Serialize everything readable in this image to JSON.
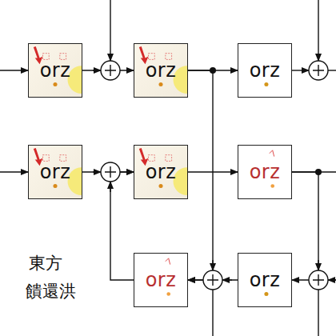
{
  "diagram": {
    "nodes": [
      {
        "text": [
          "orz"
        ]
      },
      {
        "text": [
          "orz"
        ]
      },
      {
        "text": [
          "orz"
        ]
      },
      {
        "text": [
          "orz"
        ]
      },
      {
        "text": [
          "orz"
        ]
      },
      {
        "text": [
          "orz"
        ]
      },
      {
        "text": [
          "orz"
        ]
      },
      {
        "text": [
          "orz"
        ]
      }
    ],
    "edges": [
      {
        "from": 0,
        "to": 1,
        "arrow": "to"
      },
      {
        "from": 1,
        "to": 2,
        "arrow": "to"
      },
      {
        "from": 3,
        "to": 4,
        "arrow": "to"
      },
      {
        "from": 4,
        "to": 5,
        "arrow": "to"
      },
      {
        "from": 6,
        "to": 4,
        "arrow": "to"
      },
      {
        "from": 7,
        "to": 6,
        "arrow": "to"
      },
      {
        "from": 1,
        "to": 6,
        "arrow": "to"
      },
      {
        "from": 5,
        "to": 7,
        "arrow": "to"
      }
    ],
    "labels": [
      "東方",
      "饋還洪"
    ]
  }
}
